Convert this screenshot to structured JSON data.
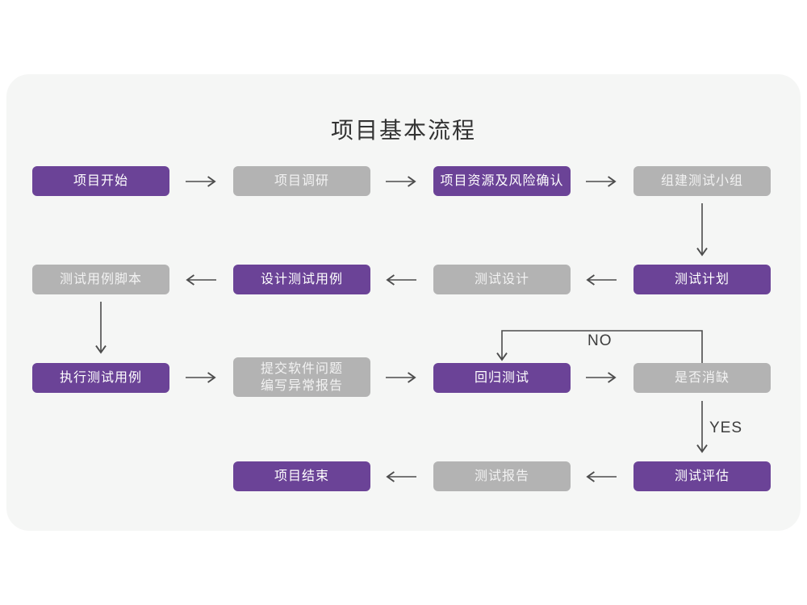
{
  "title": "项目基本流程",
  "colors": {
    "node_purple": "#6b4397",
    "node_gray": "#b3b3b3",
    "card_background": "#f5f6f5",
    "arrow": "#4c4c4c",
    "title_text": "#333333"
  },
  "flowchart": {
    "nodes": [
      {
        "id": "project-start",
        "label": "项目开始",
        "variant": "purple"
      },
      {
        "id": "project-research",
        "label": "项目调研",
        "variant": "gray"
      },
      {
        "id": "project-resource-risk-confirm",
        "label": "项目资源及风险确认",
        "variant": "purple"
      },
      {
        "id": "build-test-team",
        "label": "组建测试小组",
        "variant": "gray"
      },
      {
        "id": "test-case-script",
        "label": "测试用例脚本",
        "variant": "gray"
      },
      {
        "id": "design-test-case",
        "label": "设计测试用例",
        "variant": "purple"
      },
      {
        "id": "test-design",
        "label": "测试设计",
        "variant": "gray"
      },
      {
        "id": "test-plan",
        "label": "测试计划",
        "variant": "purple"
      },
      {
        "id": "execute-test-case",
        "label": "执行测试用例",
        "variant": "purple"
      },
      {
        "id": "submit-issue-write-report",
        "label": "提交软件问题 编写异常报告",
        "lines": [
          "提交软件问题",
          "编写异常报告"
        ],
        "variant": "gray"
      },
      {
        "id": "regression-test",
        "label": "回归测试",
        "variant": "purple"
      },
      {
        "id": "defect-resolved",
        "label": "是否消缺",
        "variant": "gray"
      },
      {
        "id": "project-end",
        "label": "项目结束",
        "variant": "purple"
      },
      {
        "id": "test-report",
        "label": "测试报告",
        "variant": "gray"
      },
      {
        "id": "test-evaluation",
        "label": "测试评估",
        "variant": "purple"
      }
    ],
    "edge_labels": {
      "no": "NO",
      "yes": "YES"
    }
  }
}
